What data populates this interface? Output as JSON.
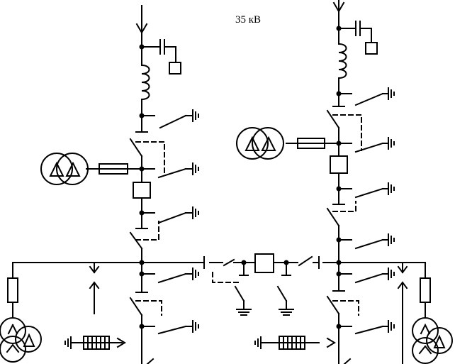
{
  "diagram": {
    "voltage_label": "35 кВ"
  },
  "colors": {
    "ink": "#000000",
    "background": "#ffffff"
  },
  "symbols": {
    "auxiliary_transformer": "two-winding-delta-transformer",
    "fuse": "fuse",
    "reactor": "coil-reactor",
    "capacitor": "coupling-capacitor",
    "breaker": "circuit-breaker",
    "disconnector": "disconnector",
    "earthing_switch": "earthing-switch",
    "arrester": "surge-arrester",
    "three_winding_transformer": "three-winding-transformer"
  }
}
